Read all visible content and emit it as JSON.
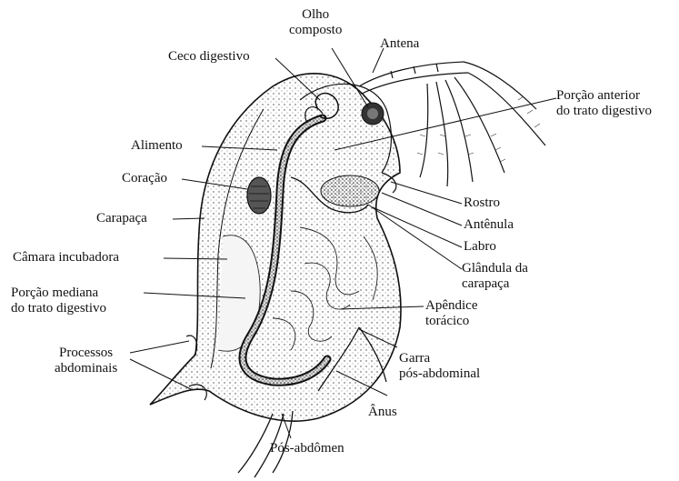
{
  "labels": {
    "olho_composto": "Olho\ncomposto",
    "antena": "Antena",
    "ceco_digestivo": "Ceco digestivo",
    "porcao_anterior": "Porção anterior\ndo trato digestivo",
    "alimento": "Alimento",
    "coracao": "Coração",
    "carapaca": "Carapaça",
    "camara_incubadora": "Câmara incubadora",
    "porcao_mediana": "Porção mediana\ndo trato digestivo",
    "processos_abdominais": "Processos\nabdominais",
    "rostro": "Rostro",
    "antenula": "Antênula",
    "labro": "Labro",
    "glandula": "Glândula da\ncarapaça",
    "apendice": "Apêndice\ntorácico",
    "garra": "Garra\npós-abdominal",
    "anus": "Ânus",
    "pos_abdomen": "Pós-abdômen"
  },
  "colors": {
    "ink": "#111111",
    "stipple": "#555555"
  }
}
